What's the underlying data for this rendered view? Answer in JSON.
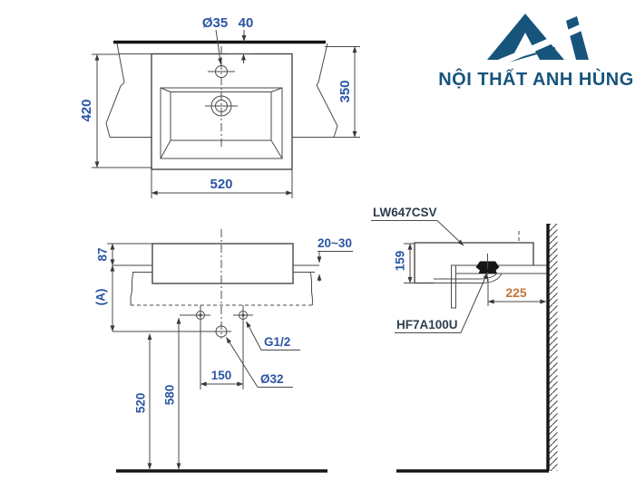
{
  "logo": {
    "title": "NỘI THẤT ANH HÙNG",
    "brand_color": "#17547c"
  },
  "colors": {
    "dimension_text": "#2b55a5",
    "highlight_dimension": "#c0763a",
    "model_label": "#2e3d4e",
    "line": "#3a3a3a"
  },
  "top_view": {
    "faucet_hole_diameter": "Ø35",
    "faucet_offset": "40",
    "total_depth": "420",
    "wall_depth": "350",
    "width": "520"
  },
  "front_view": {
    "rim_above_counter": "87",
    "counter_height": "(A)",
    "counter_thickness": "20~30",
    "supply_thread": "G1/2",
    "supply_spacing": "150",
    "drain_diameter": "Ø32",
    "counter_height_from_floor": "520",
    "supply_height_from_floor": "580"
  },
  "side_view": {
    "basin_model": "LW647CSV",
    "basin_height": "159",
    "drain_to_wall": "225",
    "fitting_model": "HF7A100U"
  }
}
